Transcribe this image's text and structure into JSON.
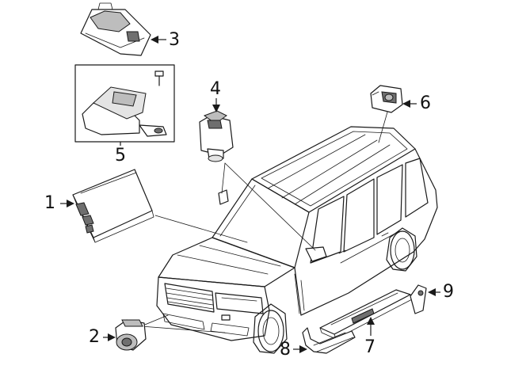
{
  "callouts": [
    {
      "id": "1",
      "label": "1"
    },
    {
      "id": "2",
      "label": "2"
    },
    {
      "id": "3",
      "label": "3"
    },
    {
      "id": "4",
      "label": "4"
    },
    {
      "id": "5",
      "label": "5"
    },
    {
      "id": "6",
      "label": "6"
    },
    {
      "id": "7",
      "label": "7"
    },
    {
      "id": "8",
      "label": "8"
    },
    {
      "id": "9",
      "label": "9"
    }
  ],
  "colors": {
    "line": "#1a1a1a",
    "shade_dark": "#6f6f6f",
    "shade_mid": "#bdbdbd",
    "background": "#ffffff"
  }
}
